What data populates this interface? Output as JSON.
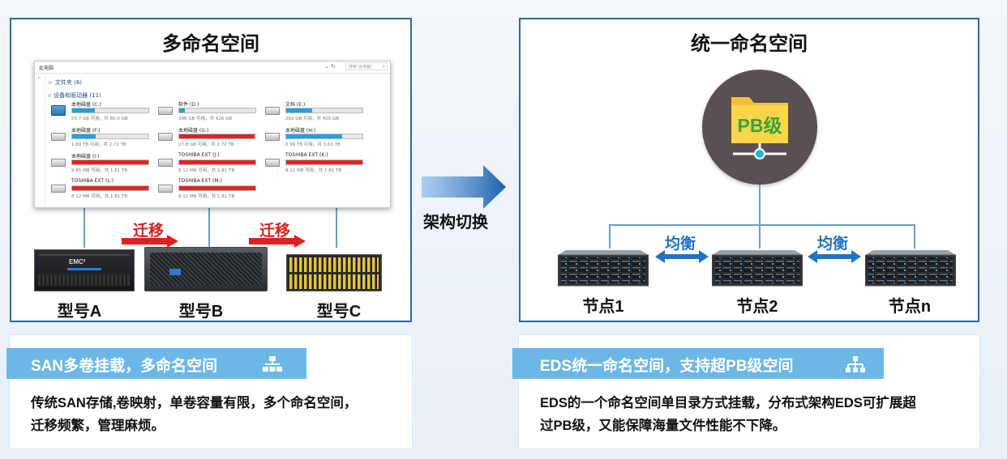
{
  "left_panel": {
    "title": "多命名空间",
    "explorer": {
      "address": "此电脑",
      "search_placeholder": "搜索\"此电脑\"",
      "folders_section": "文件夹 (6)",
      "devices_section": "设备和驱动器 (11)",
      "drives": [
        {
          "name": "本地磁盘 (C:)",
          "size": "55.7 GB 可用，共 80.0 GB",
          "fill": 0.3,
          "color": "#26a0da",
          "system": true
        },
        {
          "name": "软件 (D:)",
          "size": "396 GB 可用，共 426 GB",
          "fill": 0.07,
          "color": "#26a0da"
        },
        {
          "name": "文档 (E:)",
          "size": "282 GB 可用，共 425 GB",
          "fill": 0.34,
          "color": "#26a0da"
        },
        {
          "name": "本地磁盘 (F:)",
          "size": "1.89 TB 可用，共 2.72 TB",
          "fill": 0.31,
          "color": "#26a0da"
        },
        {
          "name": "本地磁盘 (G:)",
          "size": "27.8 GB 可用，共 2.72 TB",
          "fill": 0.99,
          "color": "#da2626"
        },
        {
          "name": "本地磁盘 (H:)",
          "size": "0.99 TB 可用，共 3.63 TB",
          "fill": 0.73,
          "color": "#26a0da"
        },
        {
          "name": "本地磁盘 (I:)",
          "size": "9.85 MB 可用，共 1.81 TB",
          "fill": 1,
          "color": "#da2626"
        },
        {
          "name": "TOSHIBA EXT (J:)",
          "size": "8.12 MB 可用，共 1.81 TB",
          "fill": 1,
          "color": "#da2626"
        },
        {
          "name": "TOSHIBA EXT (K:)",
          "size": "8.12 MB 可用，共 1.81 TB",
          "fill": 1,
          "color": "#da2626"
        },
        {
          "name": "TOSHIBA EXT (L:)",
          "size": "8.12 MB 可用，共 1.81 TB",
          "fill": 1,
          "color": "#da2626"
        },
        {
          "name": "TOSHIBA EXT (M:)",
          "size": "8.12 MB 可用，共 1.81 TB",
          "fill": 1,
          "color": "#da2626"
        }
      ]
    },
    "migrate_label_1": "迁移",
    "migrate_label_2": "迁移",
    "model_a": "型号A",
    "model_b": "型号B",
    "model_c": "型号C",
    "brand_a": "EMC²"
  },
  "middle": {
    "switch_label": "架构切换"
  },
  "right_panel": {
    "title": "统一命名空间",
    "pb_label": "PB级",
    "balance_label_1": "均衡",
    "balance_label_2": "均衡",
    "node_1": "节点1",
    "node_2": "节点2",
    "node_n": "节点n"
  },
  "bottom_left": {
    "banner": "SAN多卷挂载，多命名空间",
    "desc_line1": "传统SAN存储,卷映射，单卷容量有限，多个命名空间，",
    "desc_line2": "迁移频繁，管理麻烦。"
  },
  "bottom_right": {
    "banner": "EDS统一命名空间，支持超PB级空间",
    "desc_line1": "EDS的一个命名空间单目录方式挂载，分布式架构EDS可扩展超",
    "desc_line2": "过PB级，又能保障海量文件性能不下降。"
  },
  "colors": {
    "accent": "#2b6aa8",
    "banner": "#6cb7e6",
    "migrate": "#d91f1f",
    "balance": "#1f73c4"
  }
}
